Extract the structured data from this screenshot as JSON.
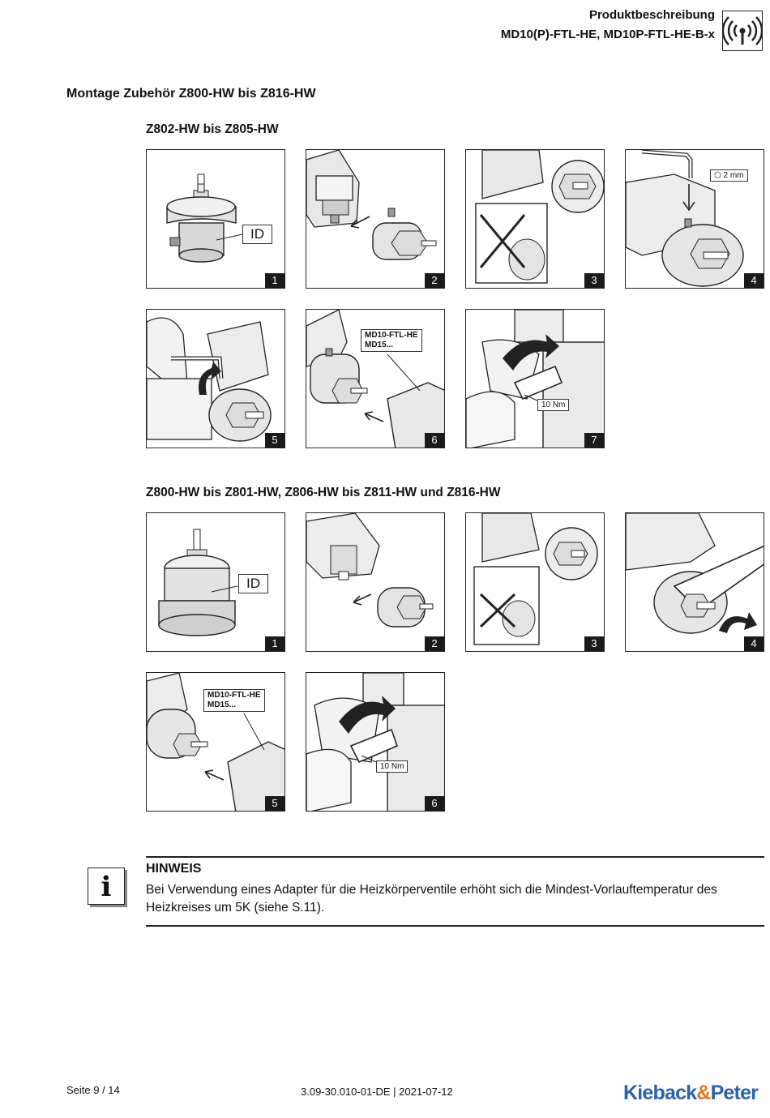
{
  "header": {
    "title_line1": "Produktbeschreibung",
    "title_line2": "MD10(P)-FTL-HE, MD10P-FTL-HE-B-x",
    "icon": "radio-signal-icon"
  },
  "section_title": "Montage Zubehör Z800-HW bis Z816-HW",
  "group_a": {
    "title": "Z802-HW bis Z805-HW",
    "panels": [
      {
        "num": "1",
        "label": "ID"
      },
      {
        "num": "2"
      },
      {
        "num": "3"
      },
      {
        "num": "4",
        "label": "2 mm"
      },
      {
        "num": "5"
      },
      {
        "num": "6",
        "label1": "MD10-FTL-HE",
        "label2": "MD15..."
      },
      {
        "num": "7",
        "label": "10 Nm"
      }
    ]
  },
  "group_b": {
    "title": "Z800-HW bis Z801-HW, Z806-HW bis Z811-HW und Z816-HW",
    "panels": [
      {
        "num": "1",
        "label": "ID"
      },
      {
        "num": "2"
      },
      {
        "num": "3"
      },
      {
        "num": "4"
      },
      {
        "num": "5",
        "label1": "MD10-FTL-HE",
        "label2": "MD15..."
      },
      {
        "num": "6",
        "label": "10 Nm"
      }
    ]
  },
  "note": {
    "icon": "info-icon",
    "icon_glyph": "i",
    "title": "HINWEIS",
    "text": "Bei Verwendung eines Adapter für die Heizkörperventile erhöht sich die Mindest-Vorlauftemperatur des Heizkreises um 5K (siehe S.11)."
  },
  "footer": {
    "page": "Seite 9 / 14",
    "doc": "3.09-30.010-01-DE | 2021-07-12",
    "logo_a": "Kieback",
    "logo_amp": "&",
    "logo_b": "Peter"
  }
}
